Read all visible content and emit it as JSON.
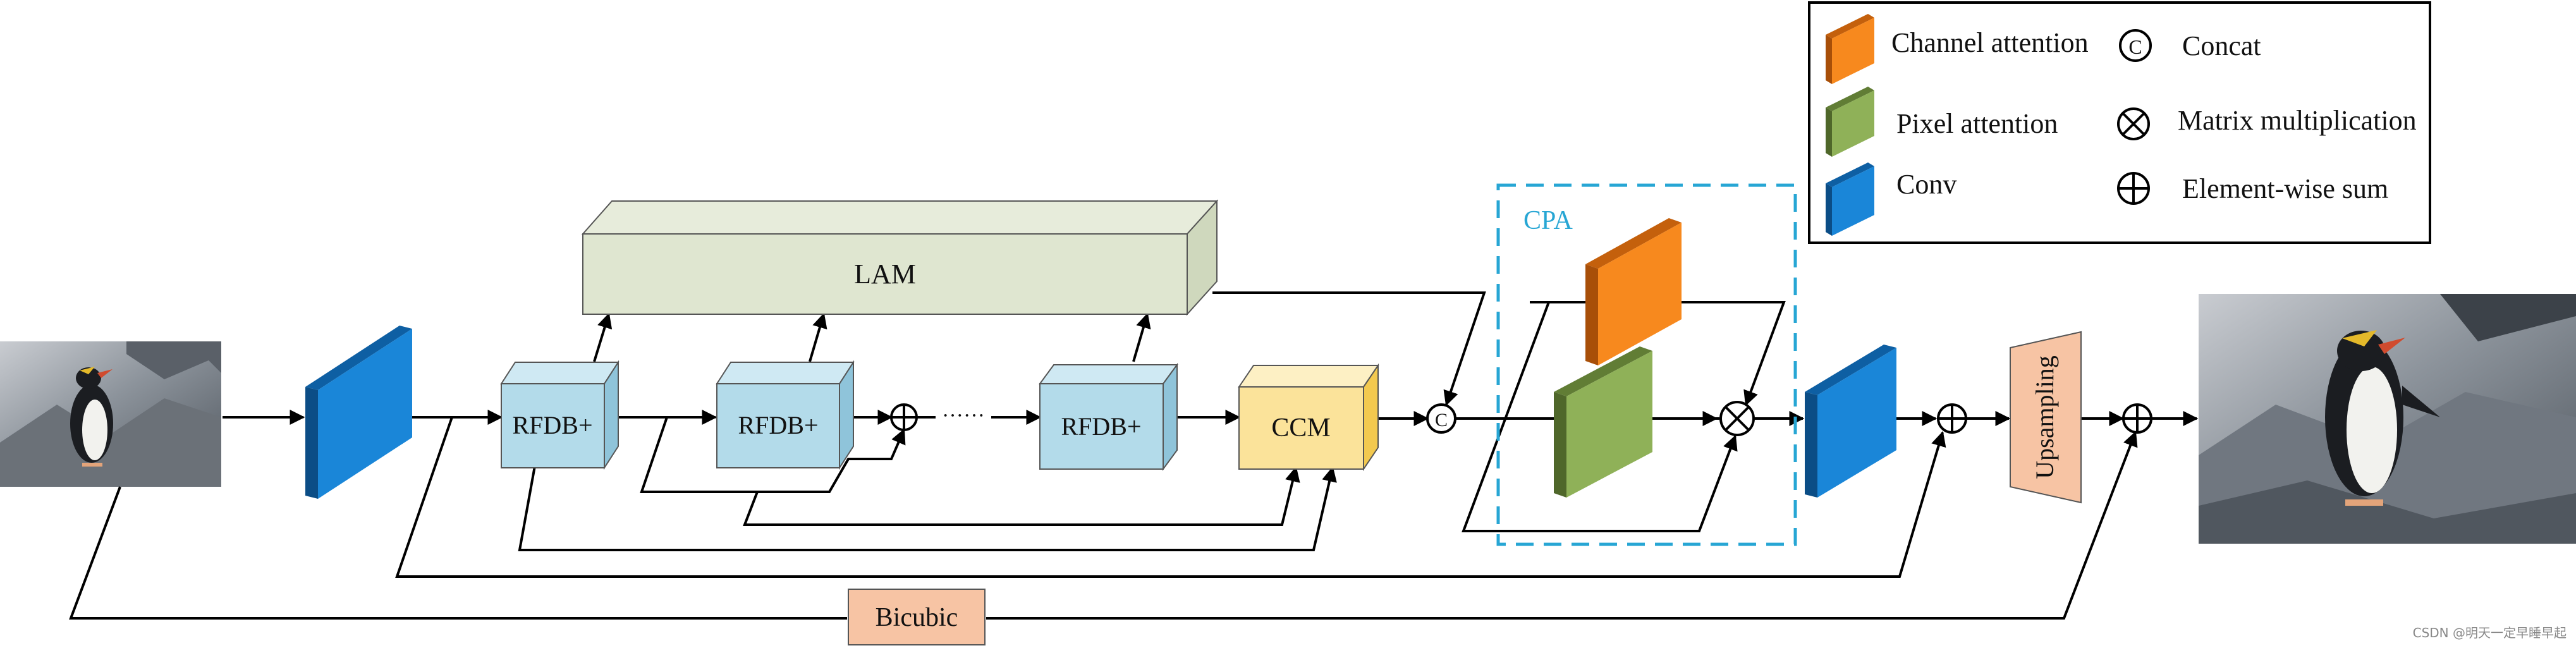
{
  "blocks": {
    "lam": "LAM",
    "rfdb1": "RFDB+",
    "rfdb2": "RFDB+",
    "rfdb3": "RFDB+",
    "ccm": "CCM",
    "cpa": "CPA",
    "bicubic": "Bicubic",
    "upsampling": "Upsampling",
    "concat_symbol": "C",
    "dots": "······"
  },
  "legend": {
    "channel_attention": "Channel attention",
    "pixel_attention": "Pixel attention",
    "conv": "Conv",
    "concat": "Concat",
    "matrix_mult": "Matrix multiplication",
    "elementwise_sum": "Element-wise sum"
  },
  "colors": {
    "conv": "#1a86d8",
    "channel_attention": "#f7891e",
    "pixel_attention": "#8fb158",
    "rfdb": "#b3dbea",
    "lam": "#dfe6d0",
    "ccm": "#fbe39a",
    "bicubic": "#f7c4a4",
    "upsampling": "#f7c4a4",
    "cpa_border": "#27a6d4"
  },
  "watermark": "CSDN @明天一定早睡早起"
}
